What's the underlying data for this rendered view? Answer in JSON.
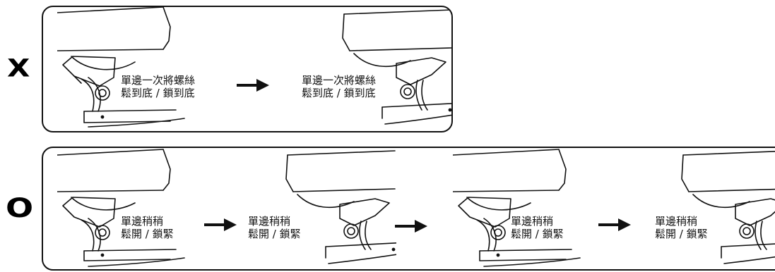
{
  "marks": {
    "wrong": "X",
    "right": "O"
  },
  "panel_wrong": {
    "steps": [
      {
        "line1": "單邊一次將螺絲",
        "line2": "鬆到底 / 鎖到底"
      },
      {
        "line1": "單邊一次將螺絲",
        "line2": "鬆到底 / 鎖到底"
      }
    ]
  },
  "panel_right": {
    "steps": [
      {
        "line1": "單邊稍稍",
        "line2": "鬆開 / 鎖緊"
      },
      {
        "line1": "單邊稍稍",
        "line2": "鬆開 / 鎖緊"
      },
      {
        "line1": "單邊稍稍",
        "line2": "鬆開 / 鎖緊"
      },
      {
        "line1": "單邊稍稍",
        "line2": "鬆開 / 鎖緊"
      }
    ]
  },
  "colors": {
    "line": "#111111",
    "background": "#ffffff"
  }
}
